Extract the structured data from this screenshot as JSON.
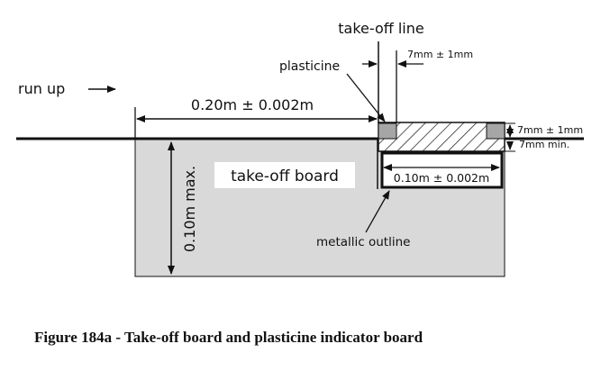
{
  "labels": {
    "take_off_line": "take-off line",
    "plasticine": "plasticine",
    "plasticine_width": "7mm ± 1mm",
    "run_up": "run up",
    "distance": "0.20m ± 0.002m",
    "plasticine_height": "7mm ± 1mm",
    "min_depth": "7mm min.",
    "take_off_board": "take-off board",
    "board_depth": "0.10m max.",
    "indicator_width": "0.10m ± 0.002m",
    "metallic_outline": "metallic outline"
  },
  "caption": "Figure 184a - Take-off board and plasticine indicator board",
  "colors": {
    "board_fill": "#d9d9d9",
    "line": "#111111",
    "plasticine_fill": "#a6a6a6",
    "background": "#ffffff"
  }
}
